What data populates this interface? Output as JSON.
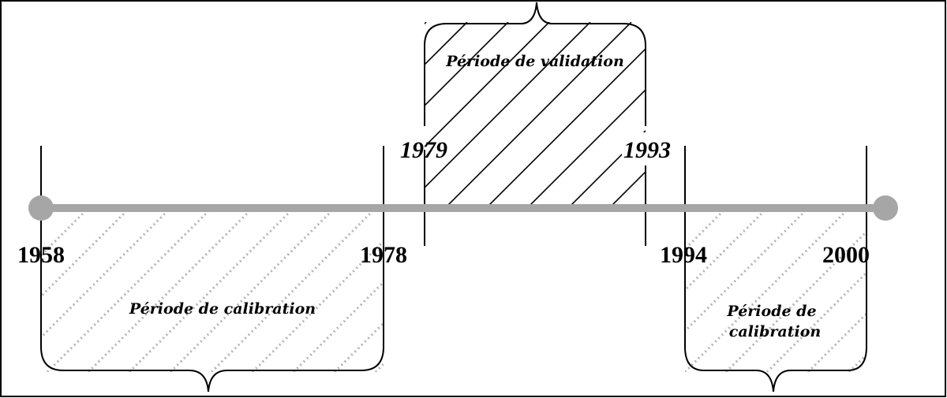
{
  "timeline": {
    "start_year": "1958",
    "end_year": "2000",
    "markers": {
      "y1958": "1958",
      "y1978": "1978",
      "y1979": "1979",
      "y1993": "1993",
      "y1994": "1994",
      "y2000": "2000"
    }
  },
  "periods": {
    "calibration_1": {
      "label": "Période de calibration",
      "from": "1958",
      "to": "1978"
    },
    "validation": {
      "label": "Période de validation",
      "from": "1979",
      "to": "1993"
    },
    "calibration_2": {
      "label_line1": "Période de",
      "label_line2": "calibration",
      "from": "1994",
      "to": "2000"
    }
  },
  "colors": {
    "axis": "#a6a6a6",
    "hatch_light": "#b3b3b3",
    "hatch_dark": "#000000",
    "frame": "#000000"
  }
}
